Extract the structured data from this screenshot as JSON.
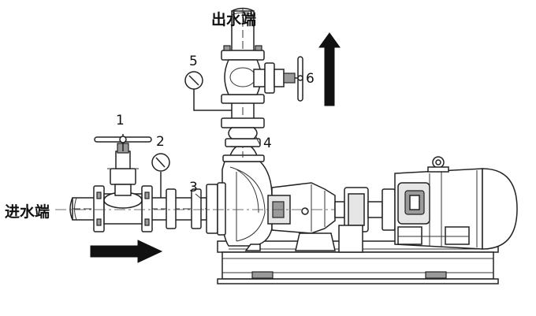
{
  "labels": {
    "outlet": "出水端",
    "inlet": "进水端",
    "n1": "1",
    "n2": "2",
    "n3": "3",
    "n4": "4",
    "n5": "5",
    "n6": "6"
  },
  "colors": {
    "line": "#222222",
    "arrow": "#111111",
    "motor_fill": "#eeeeee",
    "pipe_fill": "#ffffff"
  }
}
